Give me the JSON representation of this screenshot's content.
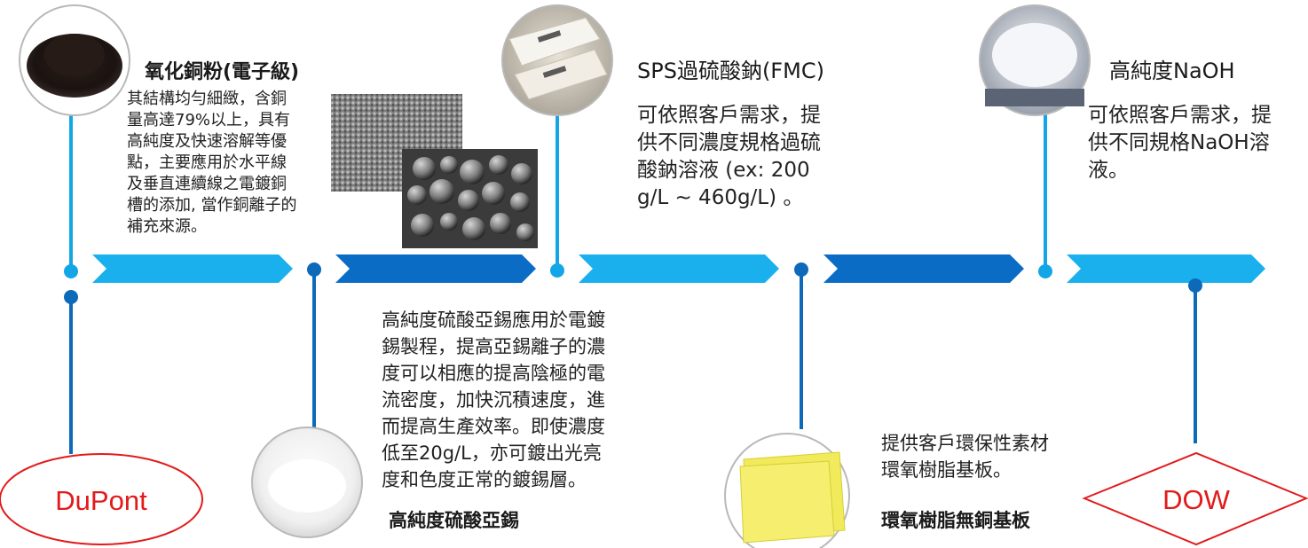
{
  "products": [
    {
      "title": "氧化銅粉(電子級)",
      "lines": [
        "其結構均勻細緻，含銅",
        "量高達79%以上，具有",
        "高純度及快速溶解等優",
        "點，主要應用於水平線",
        "及垂直連續線之電鍍銅",
        "槽的添加, 當作銅離子的",
        "補充來源。"
      ]
    },
    {
      "title": "SPS過硫酸鈉(FMC)",
      "lines": [
        "可依照客戶需求，提",
        "供不同濃度規格過硫",
        "酸鈉溶液 (ex: 200",
        "g/L ~ 460g/L) 。"
      ]
    },
    {
      "title": "高純度NaOH",
      "lines": [
        "可依照客戶需求，提",
        "供不同規格NaOH溶",
        "液。"
      ]
    },
    {
      "title": "高純度硫酸亞錫",
      "lines": [
        "高純度硫酸亞錫應用於電鍍",
        "錫製程，提高亞錫離子的濃",
        "度可以相應的提高陰極的電",
        "流密度，加快沉積速度，進",
        "而提高生產效率。即使濃度",
        "低至20g/L，亦可鍍出光亮",
        "度和色度正常的鍍錫層。"
      ]
    },
    {
      "title": "環氧樹脂無銅基板",
      "lines": [
        "提供客戶環保性素材",
        "環氧樹脂基板。"
      ]
    }
  ],
  "logos": {
    "dupont": "DuPont",
    "dow": "DOW"
  },
  "colors": {
    "arrow_light": "#1ab0ee",
    "arrow_dark": "#0a6cc4",
    "connector_light": "#13a6e6",
    "connector_dark": "#0c6ab9",
    "logo_red": "#e21a1a"
  }
}
